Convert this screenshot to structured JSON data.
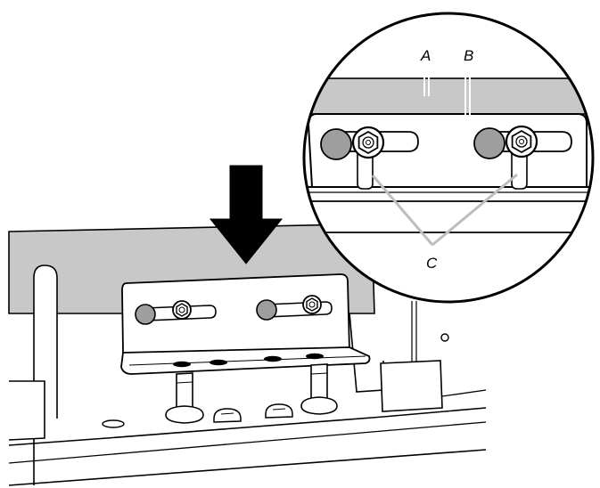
{
  "callouts": {
    "a": "A",
    "b": "B",
    "c": "C"
  },
  "colors": {
    "background": "#ffffff",
    "panel_gray": "#c8c8c8",
    "slot_gray": "#9e9e9e",
    "ink": "#000000",
    "leader": "#bdbdbd"
  }
}
